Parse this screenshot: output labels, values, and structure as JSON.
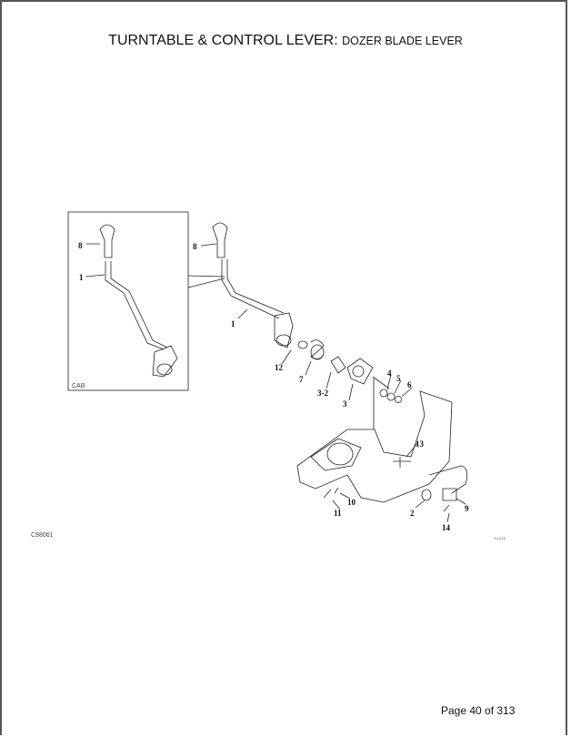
{
  "header": {
    "title_main": "TURNTABLE & CONTROL LEVER:",
    "title_sub": "DOZER BLADE LEVER"
  },
  "diagram": {
    "inset_label": "CAB",
    "figure_code": "C98061",
    "scale_note": "S=1/15",
    "callouts": {
      "inset_knob": "8",
      "inset_lever": "1",
      "knob": "8",
      "lever": "1",
      "washer": "12",
      "spring": "7",
      "bushing": "3-2",
      "bracket": "3",
      "washer4": "4",
      "washer5": "5",
      "snap_ring": "6",
      "bolt13": "13",
      "nut10": "10",
      "bolt11": "11",
      "rod_end": "2",
      "rod": "9",
      "bolt14": "14"
    }
  },
  "footer": {
    "page": "Page 40 of 313"
  }
}
